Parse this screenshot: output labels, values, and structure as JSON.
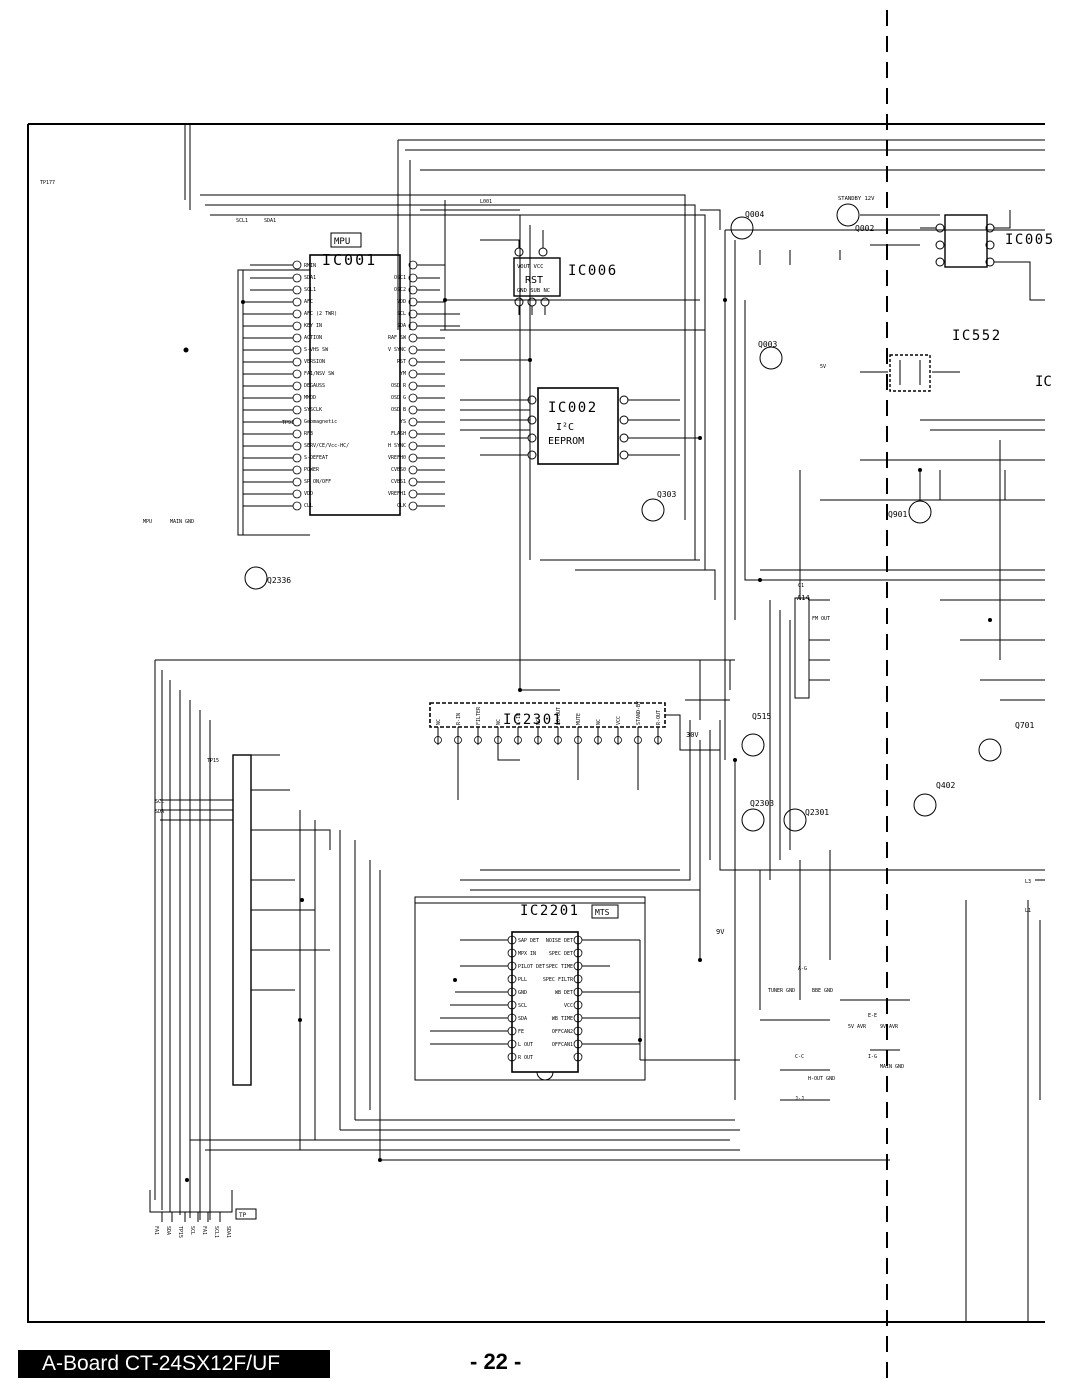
{
  "footer": {
    "board_title": "A-Board CT-24SX12F/UF",
    "page_number": "- 22 -"
  },
  "labels": {
    "ic001": "IC001",
    "mpu": "MPU",
    "ic006": "IC006",
    "rst": "RST",
    "ic006_pins": "VOUT VCC",
    "ic006_bottom": "GND SUB NC",
    "ic002": "IC002",
    "i2c": "I²C",
    "eeprom": "EEPROM",
    "ic2301": "IC2301",
    "ic2201": "IC2201",
    "mts": "MTS",
    "ic005": "IC005",
    "ic552": "IC552",
    "ic_partial": "IC",
    "q004": "Q004",
    "q002": "Q002",
    "q003": "Q003",
    "q303": "Q303",
    "q901": "Q901",
    "q2336": "Q2336",
    "q515": "Q515",
    "q2303": "Q2303",
    "q2301": "Q2301",
    "q402": "Q402",
    "q701": "Q701",
    "standby": "STANDBY 12V",
    "v30": "30V",
    "v9": "9V",
    "v5": "5V",
    "tp": "TP",
    "tp177": "TP177",
    "tp15": "TP15",
    "tp91": "TP91",
    "a14": "A14",
    "c1": "C1",
    "a_g": "A-G",
    "tuner_gnd": "TUNER GND",
    "bbe_gnd": "BBE GND",
    "c_c": "C-C",
    "hout_gnd": "H-OUT GND",
    "e_e": "E-E",
    "i_g": "I-G",
    "j_j": "J-J",
    "gnd": "GND",
    "main_gnd": "MAIN GND",
    "v5_avr": "5V AVR",
    "v9_avr": "9V AVR",
    "mpu_gnd": "MPU",
    "main_gnd2": "MAIN GND",
    "sda": "SDA",
    "scl": "SCL",
    "sda1": "SDA1",
    "scl1": "SCL1",
    "l001": "L001",
    "l3": "L3",
    "l1": "L1",
    "fm_out": "FM OUT"
  },
  "ic001_pins_left": [
    "RMIN",
    "SDA1",
    "SCL1",
    "AFC",
    "AFC (2 TWR)",
    "KEY IN",
    "ACTION",
    "S-VHS SW",
    "VERSION",
    "FA1/NSV SW",
    "DEGAUSS",
    "MMOD",
    "SYSCLK",
    "Geomagnetic",
    "RF3",
    "SERV/CE/Vcc-HC/",
    "S-DEFEAT",
    "POWER",
    "SP ON/OFF",
    "VDD",
    "CLL"
  ],
  "ic001_pins_right": [
    "",
    "OSC1",
    "OSC2",
    "VDD",
    "SCL",
    "SDA",
    "RAF SW",
    "V SYNC",
    "RST",
    "YM",
    "OSD R",
    "OSD G",
    "OSD B",
    "YS",
    "FLASH",
    "H SYNC",
    "VREFH0",
    "CVBS0",
    "CVBS1",
    "VREFH1",
    "CLK"
  ],
  "ic2201_pins_left": [
    "SAP DET",
    "MPX IN",
    "PILOT DET",
    "PLL",
    "GND",
    "SCL",
    "SDA",
    "FE",
    "L OUT",
    "R OUT"
  ],
  "ic2201_pins_right": [
    "NOISE DET",
    "SPEC DET",
    "SPEC TIME",
    "SPEC FILTR",
    "WB DET",
    "VCC",
    "WB TIME",
    "OFFCAN2",
    "OFFCAN1",
    ""
  ],
  "ic2301_pins": [
    "NC",
    "R-IN",
    "FILTER",
    "NC",
    "L-IN",
    "NC",
    "LO-OUT",
    "MUTE",
    "NC",
    "VCC",
    "STAND-BY",
    "R-OUT"
  ],
  "tp_strip": [
    "FA1",
    "SDA",
    "TP15",
    "SCL",
    "FA1",
    "SCL1",
    "SDA1"
  ],
  "colors": {
    "ink": "#000000",
    "paper": "#ffffff"
  }
}
